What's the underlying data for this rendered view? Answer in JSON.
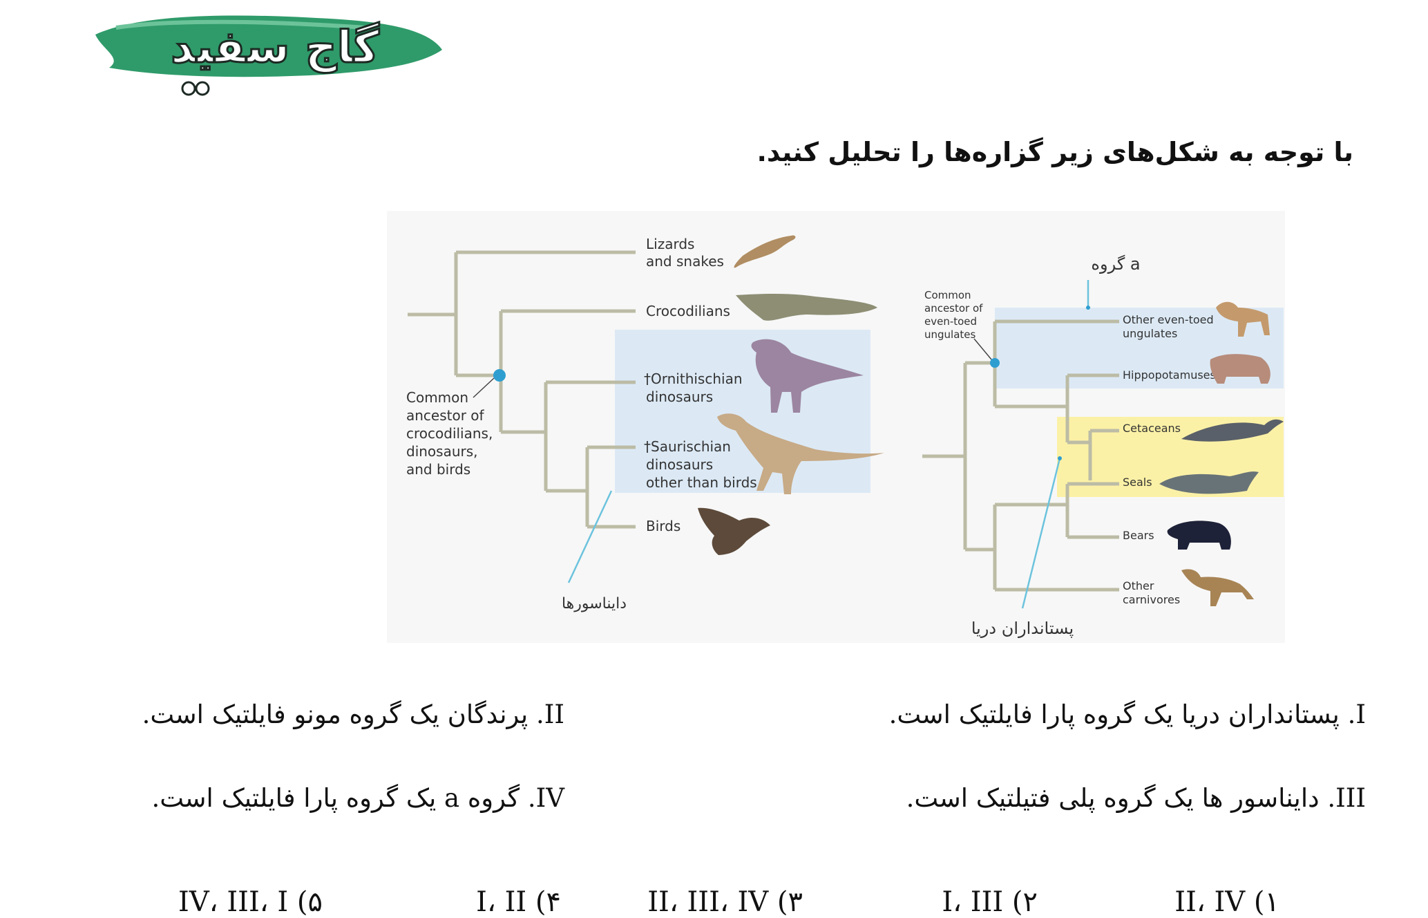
{
  "header": {
    "logo_text": "گاج سفید"
  },
  "question": "با توجه به شکل‌های زیر گزاره‌ها را تحلیل کنید.",
  "tree_left": {
    "taxa": [
      "Lizards",
      "and snakes",
      "Crocodilians",
      "†Ornithischian",
      "dinosaurs",
      "†Saurischian",
      "dinosaurs",
      "other than birds",
      "Birds"
    ],
    "ancestor_label": [
      "Common",
      "ancestor of",
      "crocodilians,",
      "dinosaurs,",
      "and birds"
    ],
    "group_label": "دایناسورها"
  },
  "tree_right": {
    "taxa": [
      "Other even-toed",
      "ungulates",
      "Hippopotamuses",
      "Cetaceans",
      "Seals",
      "Bears",
      "Other",
      "carnivores"
    ],
    "ancestor_label": [
      "Common",
      "ancestor of",
      "even-toed",
      "ungulates"
    ],
    "group_a_label": "گروه a",
    "marine_label": "پستانداران دریا"
  },
  "colors": {
    "highlight_blue": "#dce9f5",
    "highlight_yellow": "#fbf1a6",
    "branch": "#bcbca6",
    "node": "#2e9ed0"
  },
  "statements": {
    "s1": "I. پستانداران دریا یک گروه پارا فایلتیک است.",
    "s2": "II. پرندگان یک گروه مونو فایلتیک است.",
    "s3": "III. دایناسور ها یک گروه پلی فتیلتیک است.",
    "s4": "IV. گروه a یک گروه پارا فایلتیک است."
  },
  "options": [
    "۱) II، IV",
    "۲) I، III",
    "۳) II، III، IV",
    "۴) I، II",
    "۵) IV، III، I"
  ]
}
